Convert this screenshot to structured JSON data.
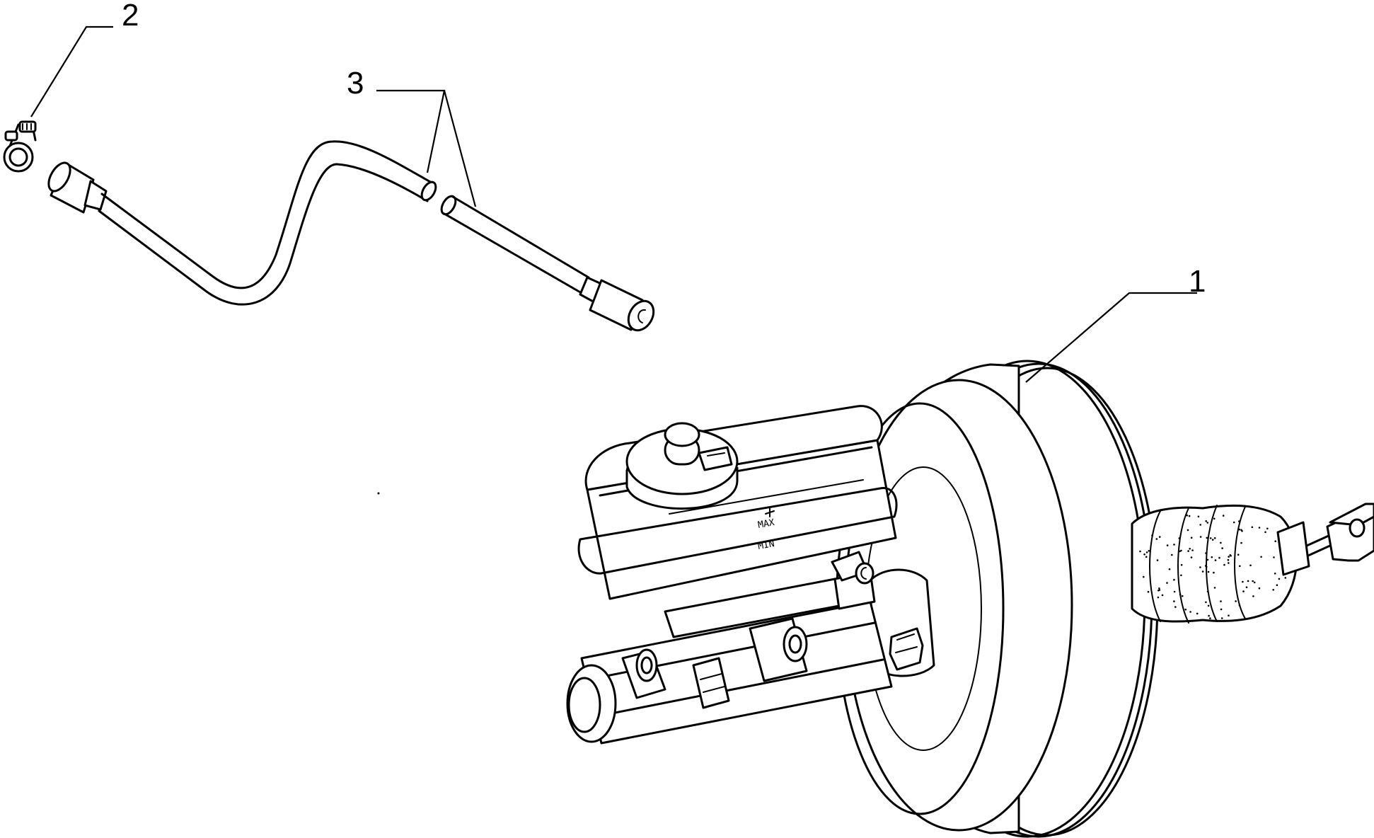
{
  "callouts": [
    {
      "id": "1",
      "label": "1"
    },
    {
      "id": "2",
      "label": "2"
    },
    {
      "id": "3",
      "label": "3"
    }
  ],
  "reservoir": {
    "max_label": "MAX",
    "min_label": "MIN"
  },
  "colors": {
    "ink": "#000000",
    "paper": "#ffffff"
  }
}
